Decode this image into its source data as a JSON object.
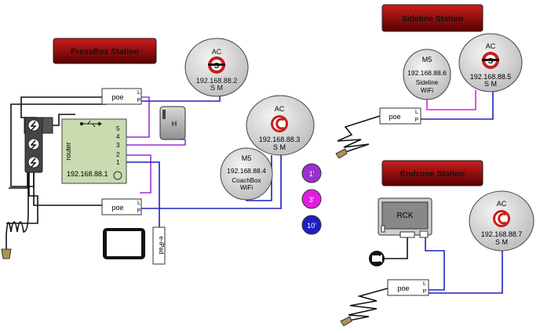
{
  "stations": {
    "pressbox": "PressBox Station",
    "sideline": "Sideline Station",
    "endzone": "Endzone Station"
  },
  "devices": {
    "ac_label": "AC",
    "ac1_ip": "192.168.88.2",
    "ac2_ip": "192.168.88.3",
    "ac3_ip": "192.168.88.5",
    "ac4_ip": "192.168.88.7",
    "sm_label": "S M",
    "m5_label": "M5",
    "m5a_ip": "192.168.88.4",
    "m5a_line1": "CoachBox",
    "m5a_line2": "WiFi",
    "m5b_ip": "192.168.88.6",
    "m5b_line1": "Sideline",
    "m5b_line2": "WiFi",
    "poe_label": "poe",
    "poe_l": "L",
    "poe_p": "P",
    "router_label": "router",
    "router_ip": "192.168.88.1",
    "ports": [
      "5",
      "4",
      "3",
      "2",
      "1"
    ],
    "hub_label": "H",
    "ipad_label": "e-iPad",
    "rck_label": "RCK"
  },
  "legend": [
    "1'",
    "3'",
    "10'"
  ],
  "colors": {
    "station_red": "#8b0000",
    "purple": "#9b30d0",
    "magenta": "#e020e0",
    "blue": "#2020c0",
    "router_green": "#c8dcb0"
  }
}
